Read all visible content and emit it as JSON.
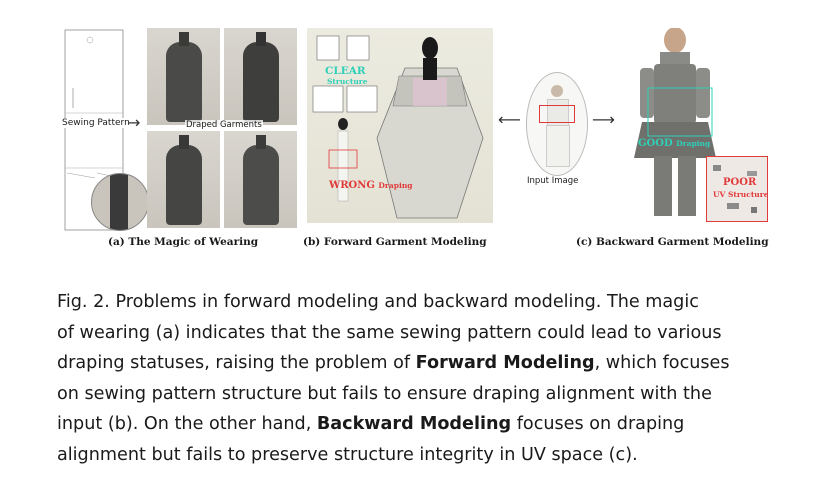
{
  "figure": {
    "panel_a": {
      "sewing_pattern_label": "Sewing Pattern",
      "draped_garments_label": "Draped Garments",
      "subcaption": "(a) The Magic of Wearing"
    },
    "panel_b": {
      "clear_label": "CLEAR",
      "structure_label": "Structure",
      "wrong_label": "WRONG",
      "draping_label": "Draping",
      "subcaption": "(b) Forward Garment Modeling"
    },
    "panel_c": {
      "input_image_label": "Input Image",
      "good_label": "GOOD",
      "good_draping_label": "Draping",
      "poor_label": "POOR",
      "uv_structure_label": "UV Structure",
      "subcaption": "(c) Backward Garment Modeling"
    }
  },
  "caption": {
    "line1": "Fig. 2.  Problems in forward modeling and backward modeling. The magic",
    "line2": "of wearing (a) indicates that the same sewing pattern could lead to various",
    "line3_pre": "draping statuses, raising the problem of ",
    "line3_bold": "Forward Modeling",
    "line3_post": ", which focuses",
    "line4": "on sewing pattern structure but fails to ensure draping alignment with the",
    "line5_pre": "input (b). On the other hand, ",
    "line5_bold": "Backward Modeling",
    "line5_post": " focuses on draping",
    "line6": "alignment but fails to preserve structure integrity in UV space (c)."
  },
  "colors": {
    "clear": "#2fd0b8",
    "good": "#2fd0b8",
    "wrong": "#e03a3a",
    "poor": "#e03a3a"
  }
}
